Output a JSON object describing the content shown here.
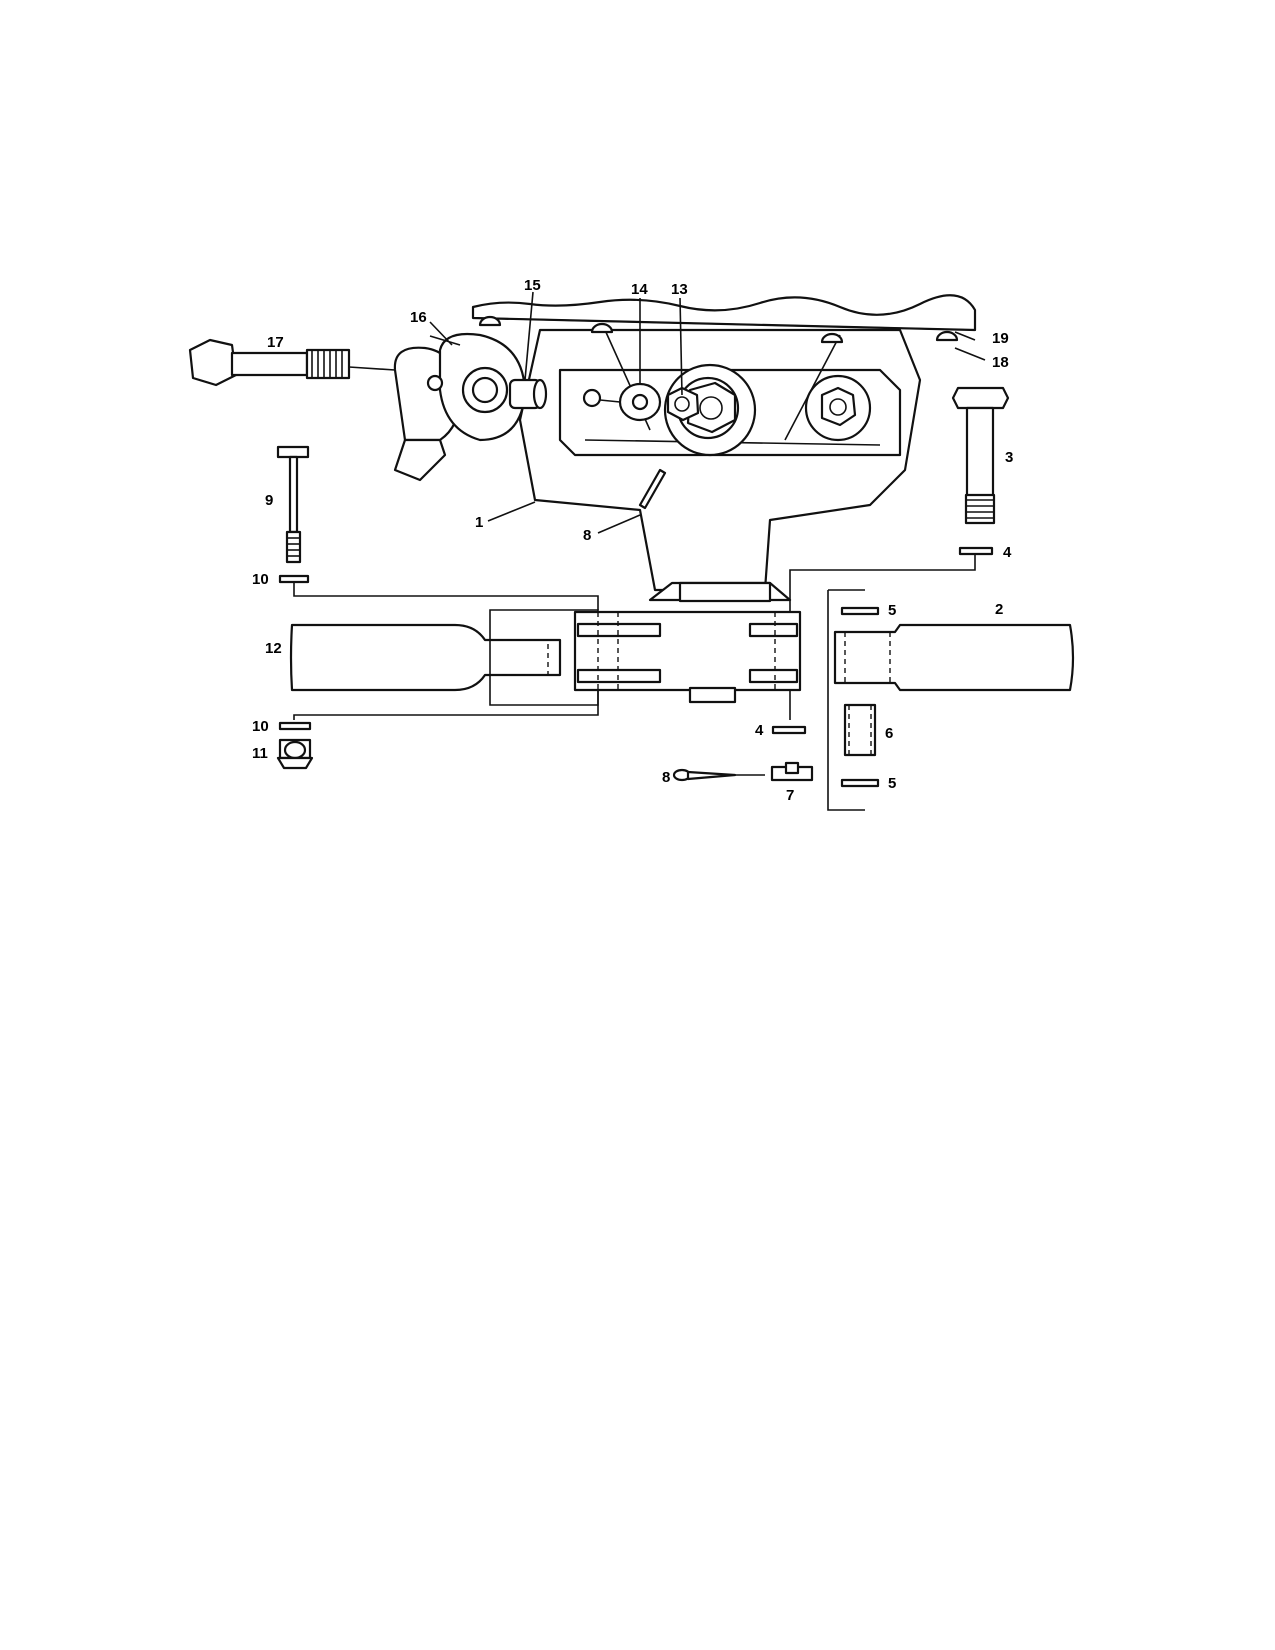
{
  "callouts": {
    "c1": "1",
    "c2": "2",
    "c3": "3",
    "c4a": "4",
    "c4b": "4",
    "c5a": "5",
    "c5b": "5",
    "c6": "6",
    "c7": "7",
    "c8a": "8",
    "c8b": "8",
    "c9": "9",
    "c10a": "10",
    "c10b": "10",
    "c11": "11",
    "c12": "12",
    "c13": "13",
    "c14": "14",
    "c15": "15",
    "c16": "16",
    "c17": "17",
    "c18": "18",
    "c19": "19"
  }
}
